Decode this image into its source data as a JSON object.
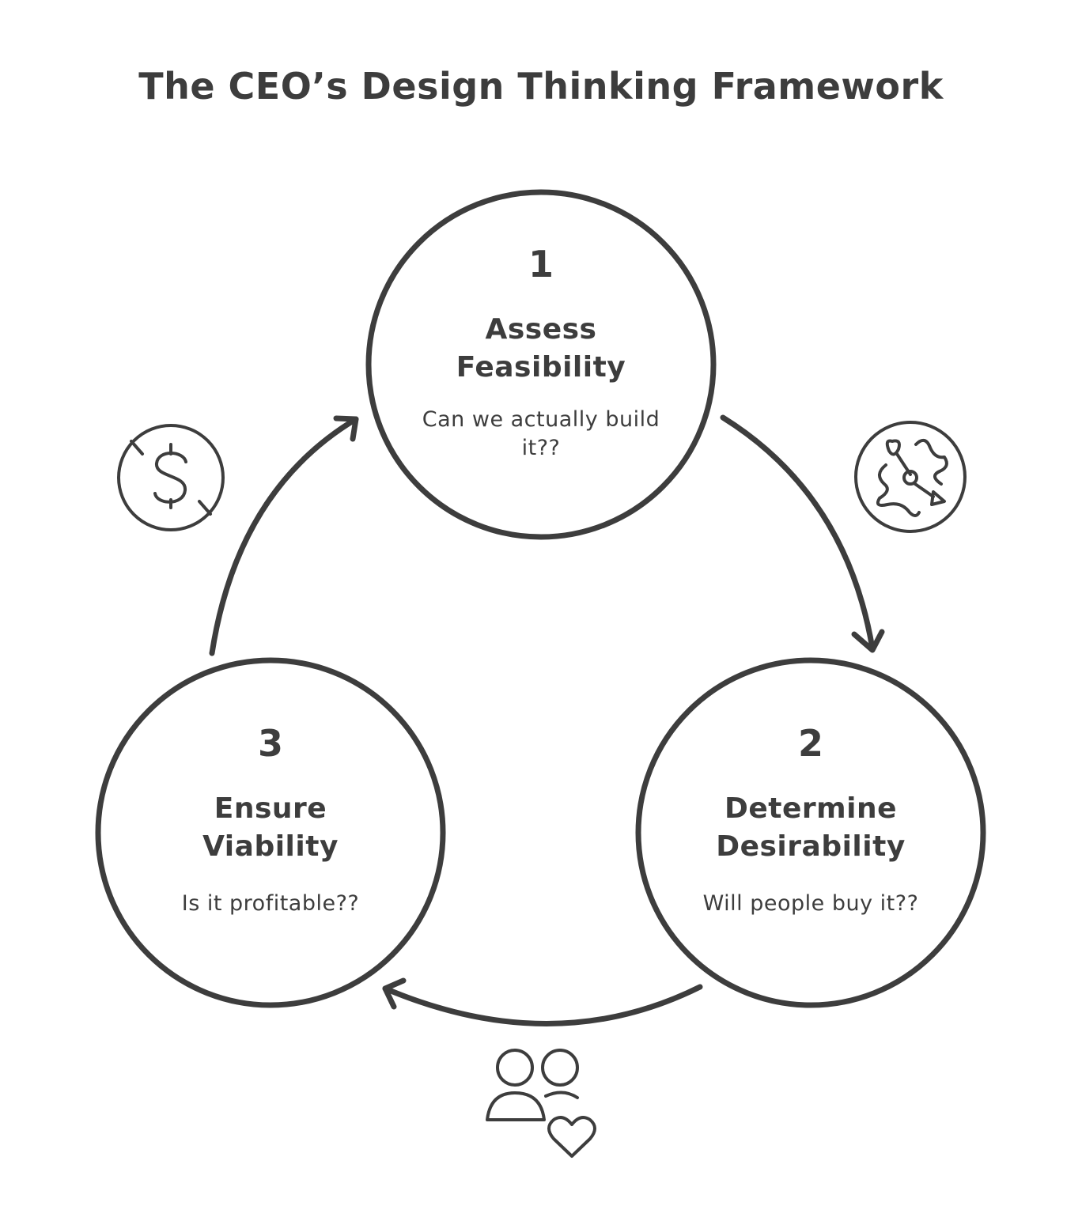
{
  "title": "The CEO’s Design Thinking Framework",
  "colors": {
    "stroke": "#3d3d3d",
    "background": "#ffffff"
  },
  "steps": [
    {
      "number": "1",
      "label": "Assess\nFeasibility",
      "description": "Can we actually build\nit??",
      "icon": "compass-path-icon"
    },
    {
      "number": "2",
      "label": "Determine\nDesirability",
      "description": "Will people buy it??",
      "icon": "people-heart-icon"
    },
    {
      "number": "3",
      "label": "Ensure\nViability",
      "description": "Is it profitable??",
      "icon": "dollar-icon"
    }
  ],
  "flow": "1 → 2 → 3 → 1"
}
